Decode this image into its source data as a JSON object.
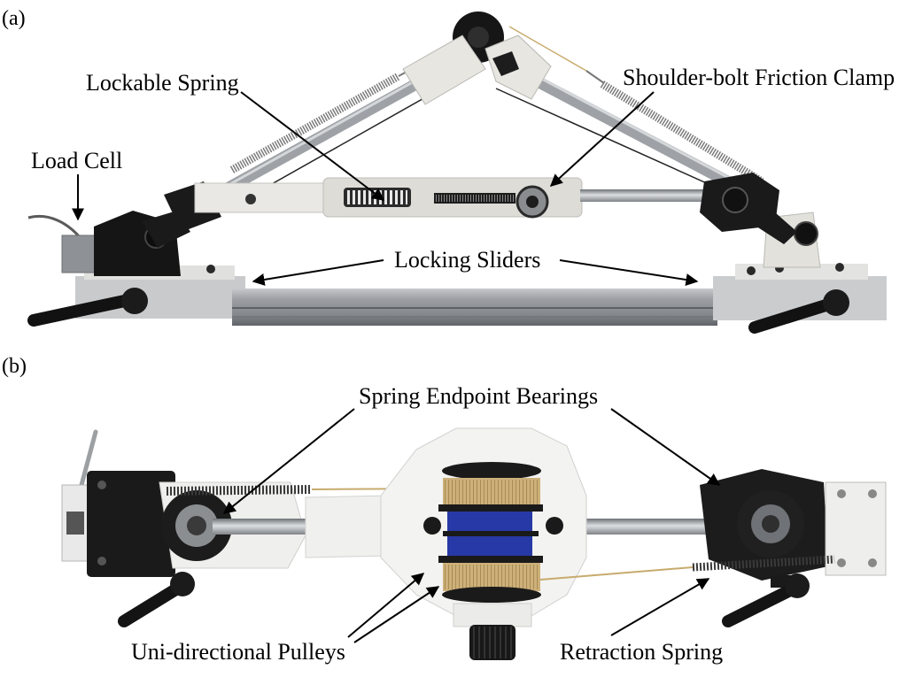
{
  "figure": {
    "panel_a": {
      "label": "(a)",
      "annotations": {
        "lockable_spring": "Lockable Spring",
        "friction_clamp": "Shoulder-bolt Friction Clamp",
        "load_cell": "Load Cell",
        "locking_sliders": "Locking Sliders"
      }
    },
    "panel_b": {
      "label": "(b)",
      "annotations": {
        "endpoint_bearings": "Spring Endpoint Bearings",
        "pulleys": "Uni-directional Pulleys",
        "retraction_spring": "Retraction Spring"
      }
    }
  },
  "colors": {
    "spool_tan": "#cdb07a",
    "spool_blue": "#2739a6",
    "cable": "#c7ab6e"
  }
}
